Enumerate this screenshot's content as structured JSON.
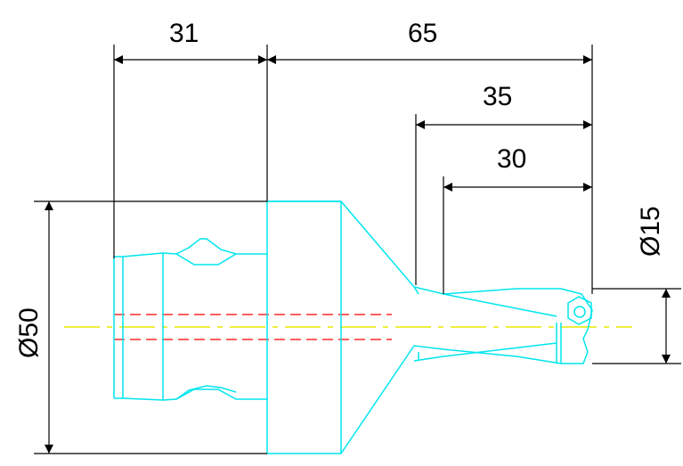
{
  "drawing": {
    "dimensions": {
      "top_left_length": "31",
      "top_overall_length": "65",
      "upper_mid_length": "35",
      "lower_mid_length": "30",
      "diameter_small": "Ø15",
      "diameter_large": "Ø50"
    },
    "colors": {
      "geometry": "#00e5ee",
      "centerline": "#e8e800",
      "hidden_line": "#ff2a2a",
      "dimension": "#000000"
    }
  }
}
